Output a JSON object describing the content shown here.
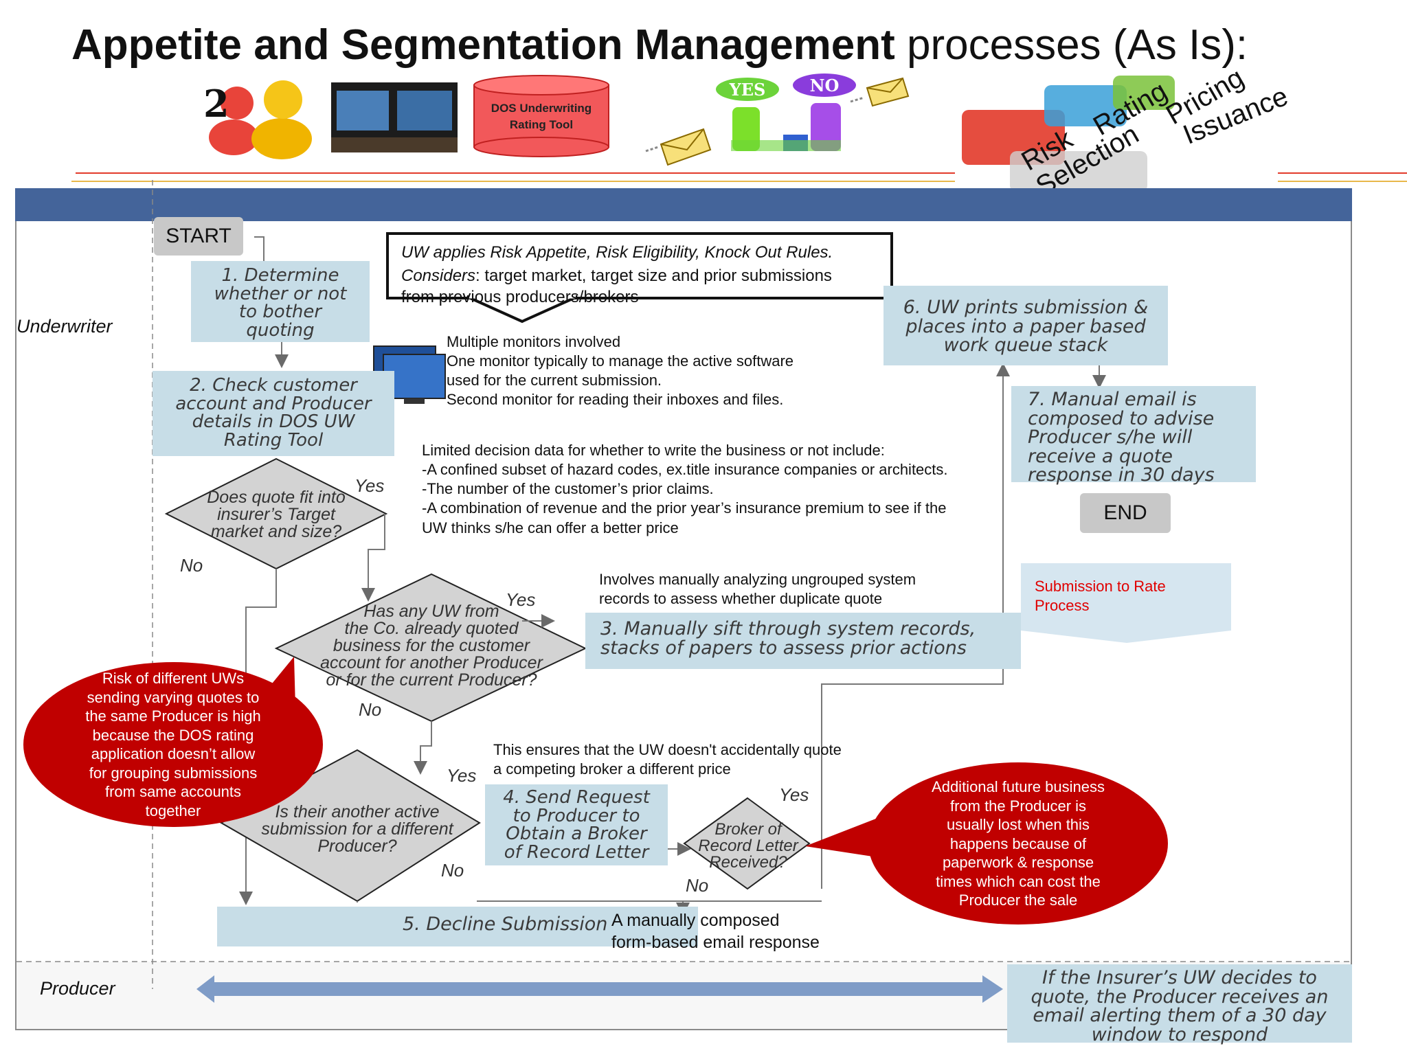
{
  "title": {
    "bold": "Appetite and Segmentation Management",
    "rest": " processes (As Is):"
  },
  "header_images": {
    "dos_tool": "DOS Underwriting\nRating Tool",
    "yes": "YES",
    "no": "NO",
    "puzzle_labels": {
      "risk_selection": "Risk\nSelection",
      "rating": "Rating",
      "pricing": "Pricing",
      "issuance": "Issuance"
    }
  },
  "lanes": {
    "underwriter": "Underwriter",
    "producer": "Producer"
  },
  "nodes": {
    "start": "START",
    "end": "END",
    "step1": "1. Determine\nwhether or not\nto bother\nquoting",
    "step2": "2. Check customer\naccount and Producer\ndetails in DOS UW\nRating Tool",
    "decision1": "Does quote fit into\ninsurer’s Target\nmarket and size?",
    "decision2": "Has any UW from\nthe Co. already quoted\nbusiness for the customer\naccount for another Producer\nor for the current Producer?",
    "decision3": "Is their another active\nsubmission for a different\nProducer?",
    "step3": "3. Manually sift through system records,\nstacks of papers to assess prior actions",
    "step4": "4. Send Request\nto Producer to\nObtain a Broker\nof Record Letter",
    "decision4": "Broker of\nRecord Letter\nReceived?",
    "step5": "5. Decline Submission",
    "step6": "6. UW prints submission &\nplaces into a paper based\nwork queue stack",
    "step7": "7. Manual email is\ncomposed to advise\nProducer s/he will\nreceive a quote\nresponse in 30 days",
    "producer_note": "If the Insurer’s UW decides to\nquote, the Producer receives an\nemail alerting them of a 30 day\nwindow to respond",
    "submission_to_rate": "Submission to Rate\nProcess"
  },
  "branch_labels": {
    "d1_yes": "Yes",
    "d1_no": "No",
    "d2_yes": "Yes",
    "d2_no": "No",
    "d3_yes": "Yes",
    "d3_no": "No",
    "d4_yes": "Yes",
    "d4_no": "No"
  },
  "callouts": {
    "rules": "UW applies Risk Appetite, Risk Eligibility, Knock Out Rules.",
    "considers_label": "Considers",
    "considers_text": ":  target market, target size and prior submissions\nfrom previous producers/brokers",
    "monitors": "Multiple monitors involved\nOne monitor typically to manage the active software\nused for the current submission.\nSecond monitor for reading their inboxes and files.",
    "limited_data": "Limited decision data for whether to write the business or not  include:\n-A confined subset of hazard codes, ex.title insurance companies or architects.\n-The number of the customer’s prior claims.\n-A combination of revenue and the prior year’s insurance premium to see if the\nUW thinks s/he can offer a better price",
    "involves": "Involves manually analyzing ungrouped system\nrecords to assess whether duplicate quote",
    "ensures": "This ensures that the UW doesn't accidentally quote\na competing broker a different price",
    "manually_composed": "A manually composed\nform-based email response",
    "risk_bubble": "Risk of  different UWs\nsending varying quotes to\nthe same Producer is high\nbecause the DOS rating\napplication doesn’t allow\nfor grouping submissions\nfrom same accounts\ntogether",
    "business_bubble": "Additional future business\nfrom the Producer is\nusually lost  when this\nhappens because of\npaperwork & response\ntimes which can cost the\nProducer the sale"
  },
  "colors": {
    "header_bar": "#44649a",
    "process_fill": "#c7dde7",
    "bubble_red": "#c00000",
    "arrow_blue": "#7f9cc7"
  }
}
